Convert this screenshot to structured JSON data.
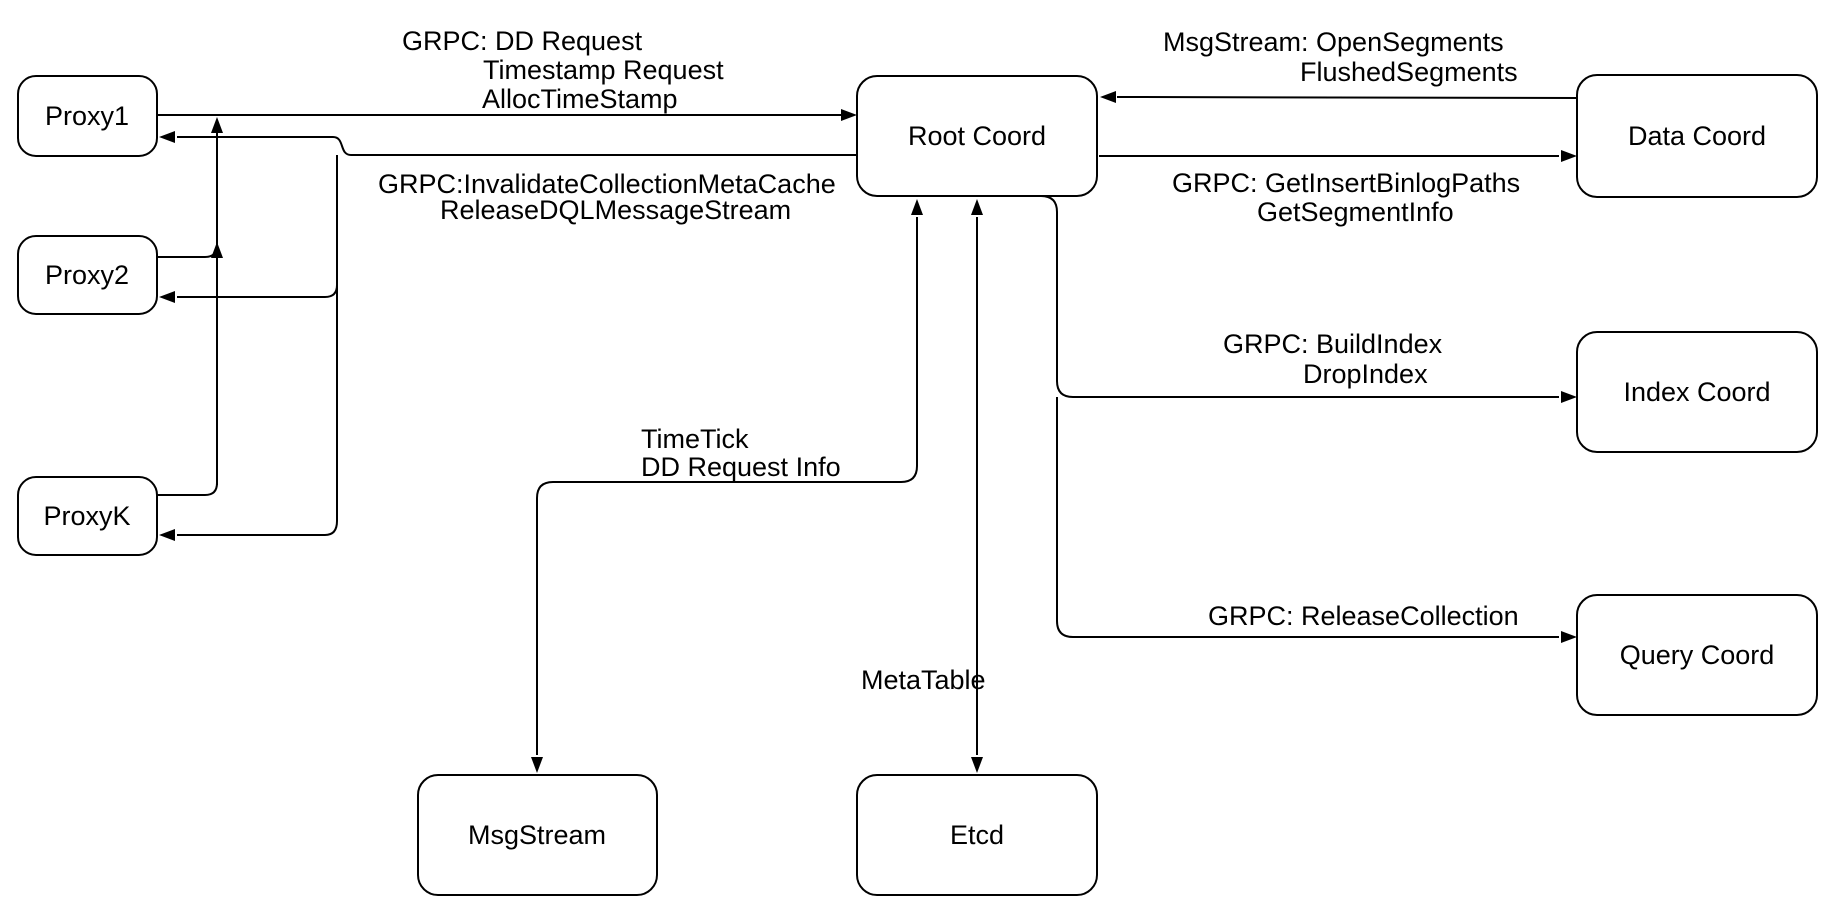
{
  "canvas": {
    "background_color": "#ffffff",
    "line_color": "#000000",
    "text_color": "#000000"
  },
  "nodes": {
    "proxy1": {
      "label": "Proxy1"
    },
    "proxy2": {
      "label": "Proxy2"
    },
    "proxyk": {
      "label": "ProxyK"
    },
    "root_coord": {
      "label": "Root Coord"
    },
    "data_coord": {
      "label": "Data Coord"
    },
    "index_coord": {
      "label": "Index Coord"
    },
    "query_coord": {
      "label": "Query Coord"
    },
    "msg_stream": {
      "label": "MsgStream"
    },
    "etcd": {
      "label": "Etcd"
    }
  },
  "edge_labels": {
    "proxies_to_root": {
      "lines": [
        "GRPC: DD Request",
        "Timestamp Request",
        "AllocTimeStamp"
      ]
    },
    "root_to_proxies": {
      "lines": [
        "GRPC:InvalidateCollectionMetaCache",
        "ReleaseDQLMessageStream"
      ]
    },
    "data_to_root": {
      "lines": [
        "MsgStream: OpenSegments",
        "FlushedSegments"
      ]
    },
    "root_to_data": {
      "lines": [
        "GRPC: GetInsertBinlogPaths",
        "GetSegmentInfo"
      ]
    },
    "root_to_index": {
      "lines": [
        "GRPC: BuildIndex",
        "DropIndex"
      ]
    },
    "root_to_query": {
      "lines": [
        "GRPC: ReleaseCollection"
      ]
    },
    "root_to_msgstream": {
      "lines": [
        "TimeTick",
        "DD Request Info"
      ]
    },
    "root_to_etcd": {
      "lines": [
        "MetaTable"
      ]
    }
  }
}
